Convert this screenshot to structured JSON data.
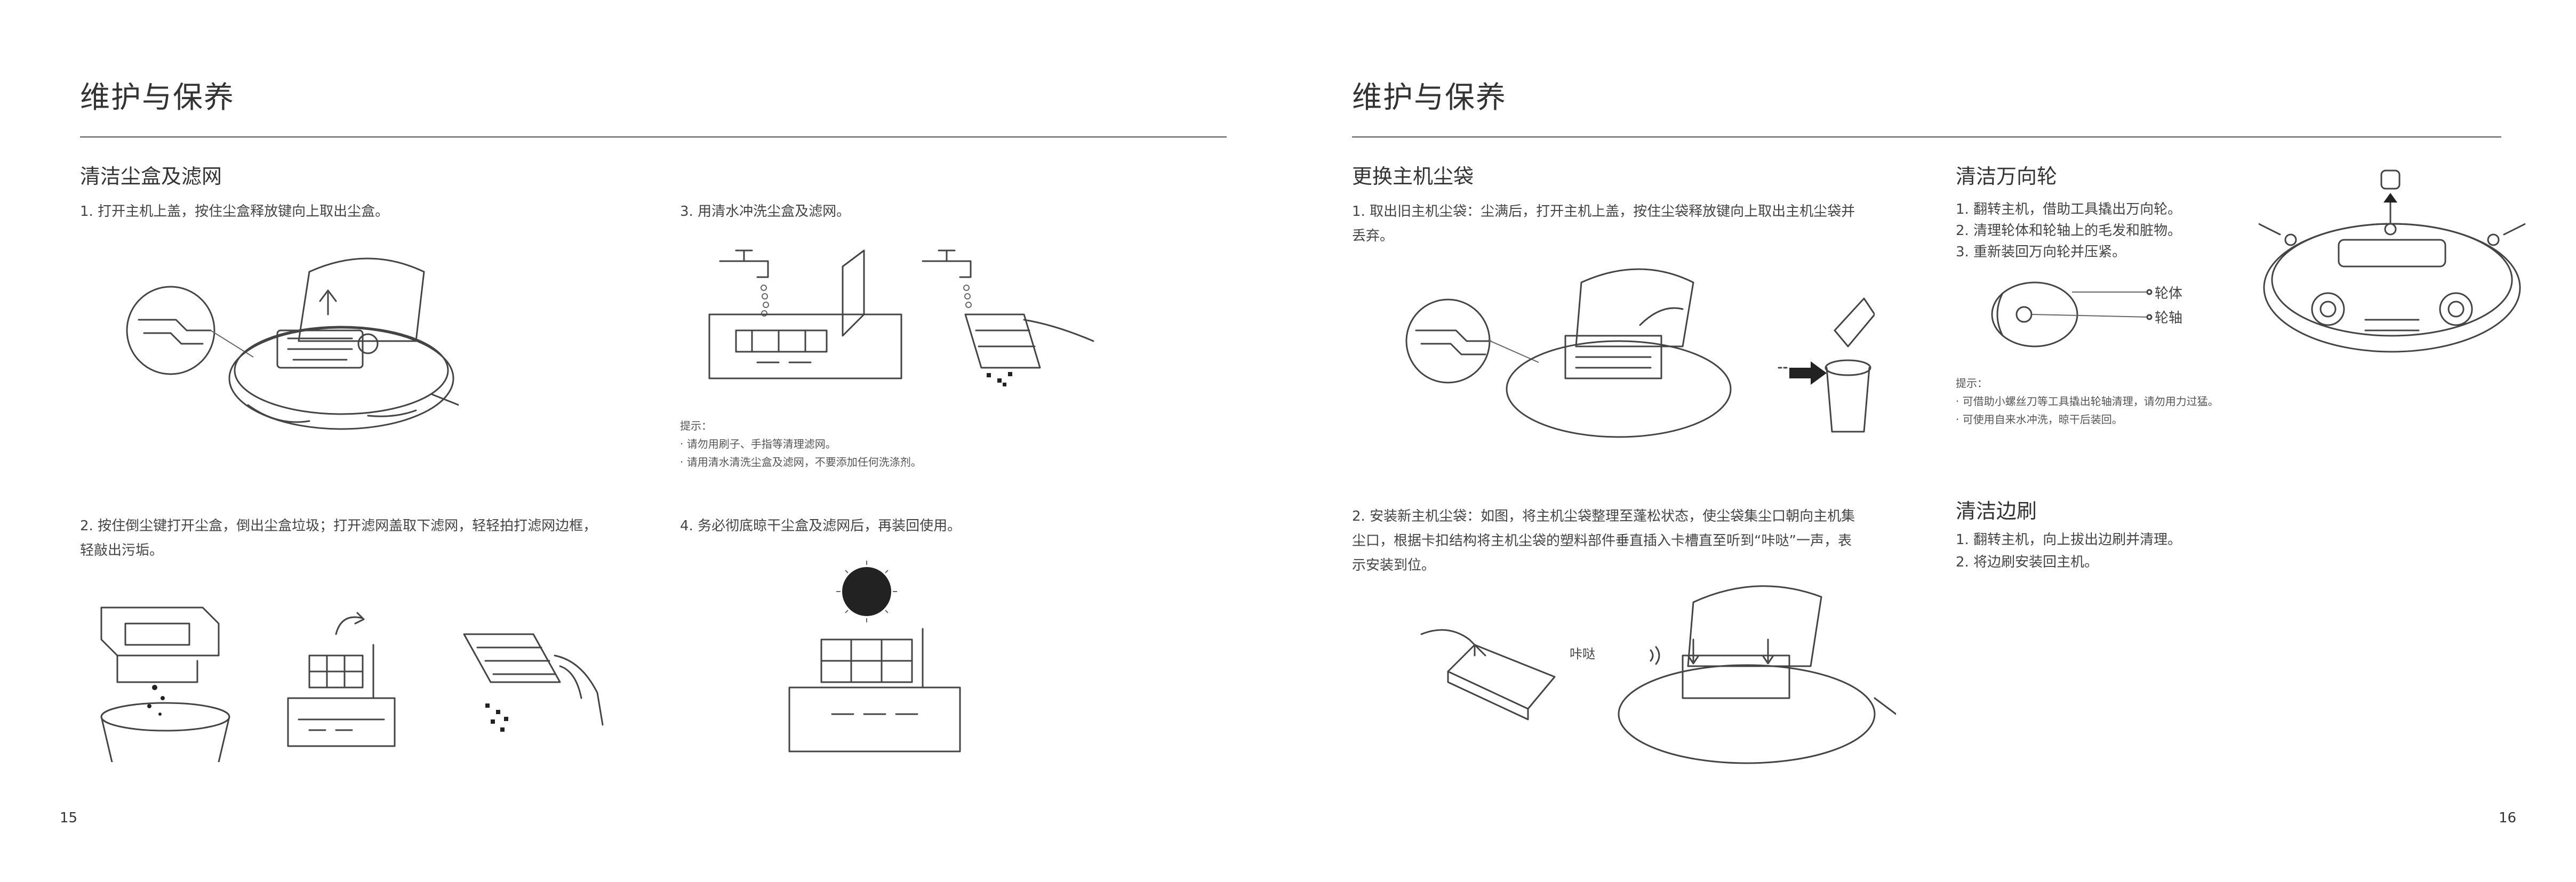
{
  "left": {
    "title": "维护与保养",
    "section_title": "清洁尘盒及滤网",
    "step1": "1. 打开主机上盖，按住尘盒释放键向上取出尘盒。",
    "step2_line1": "2. 按住倒尘键打开尘盒，倒出尘盒垃圾；打开滤网盖取下滤网，轻轻拍打滤网边框，",
    "step2_line2": "轻敲出污垢。",
    "step3": "3. 用清水冲洗尘盒及滤网。",
    "tips_label": "提示：",
    "tips": [
      "· 请勿用刷子、手指等清理滤网。",
      "· 请用清水清洗尘盒及滤网，不要添加任何洗涤剂。"
    ],
    "step4": "4. 务必彻底晾干尘盒及滤网后，再装回使用。",
    "page_number": "15"
  },
  "right": {
    "title": "维护与保养",
    "bag_title": "更换主机尘袋",
    "bag_step1_line1": "1. 取出旧主机尘袋：尘满后，打开主机上盖，按住尘袋释放键向上取出主机尘袋并",
    "bag_step1_line2": "丢弃。",
    "bag_step2_line1": "2. 安装新主机尘袋：如图，将主机尘袋整理至蓬松状态，使尘袋集尘口朝向主机集",
    "bag_step2_line2": "尘口，根据卡扣结构将主机尘袋的塑料部件垂直插入卡槽直至听到“咔哒”一声，表",
    "bag_step2_line3": "示安装到位。",
    "click_label": "咔哒",
    "wheel_title": "清洁万向轮",
    "wheel_steps": [
      "1. 翻转主机，借助工具撬出万向轮。",
      "2. 清理轮体和轮轴上的毛发和脏物。",
      "3. 重新装回万向轮并压紧。"
    ],
    "wheel_body_label": "轮体",
    "wheel_axle_label": "轮轴",
    "tips_label": "提示：",
    "wheel_tips": [
      "· 可借助小螺丝刀等工具撬出轮轴清理，请勿用力过猛。",
      "· 可使用自来水冲洗，晾干后装回。"
    ],
    "brush_title": "清洁边刷",
    "brush_steps": [
      "1. 翻转主机，向上拔出边刷并清理。",
      "2. 将边刷安装回主机。"
    ],
    "page_number": "16"
  }
}
